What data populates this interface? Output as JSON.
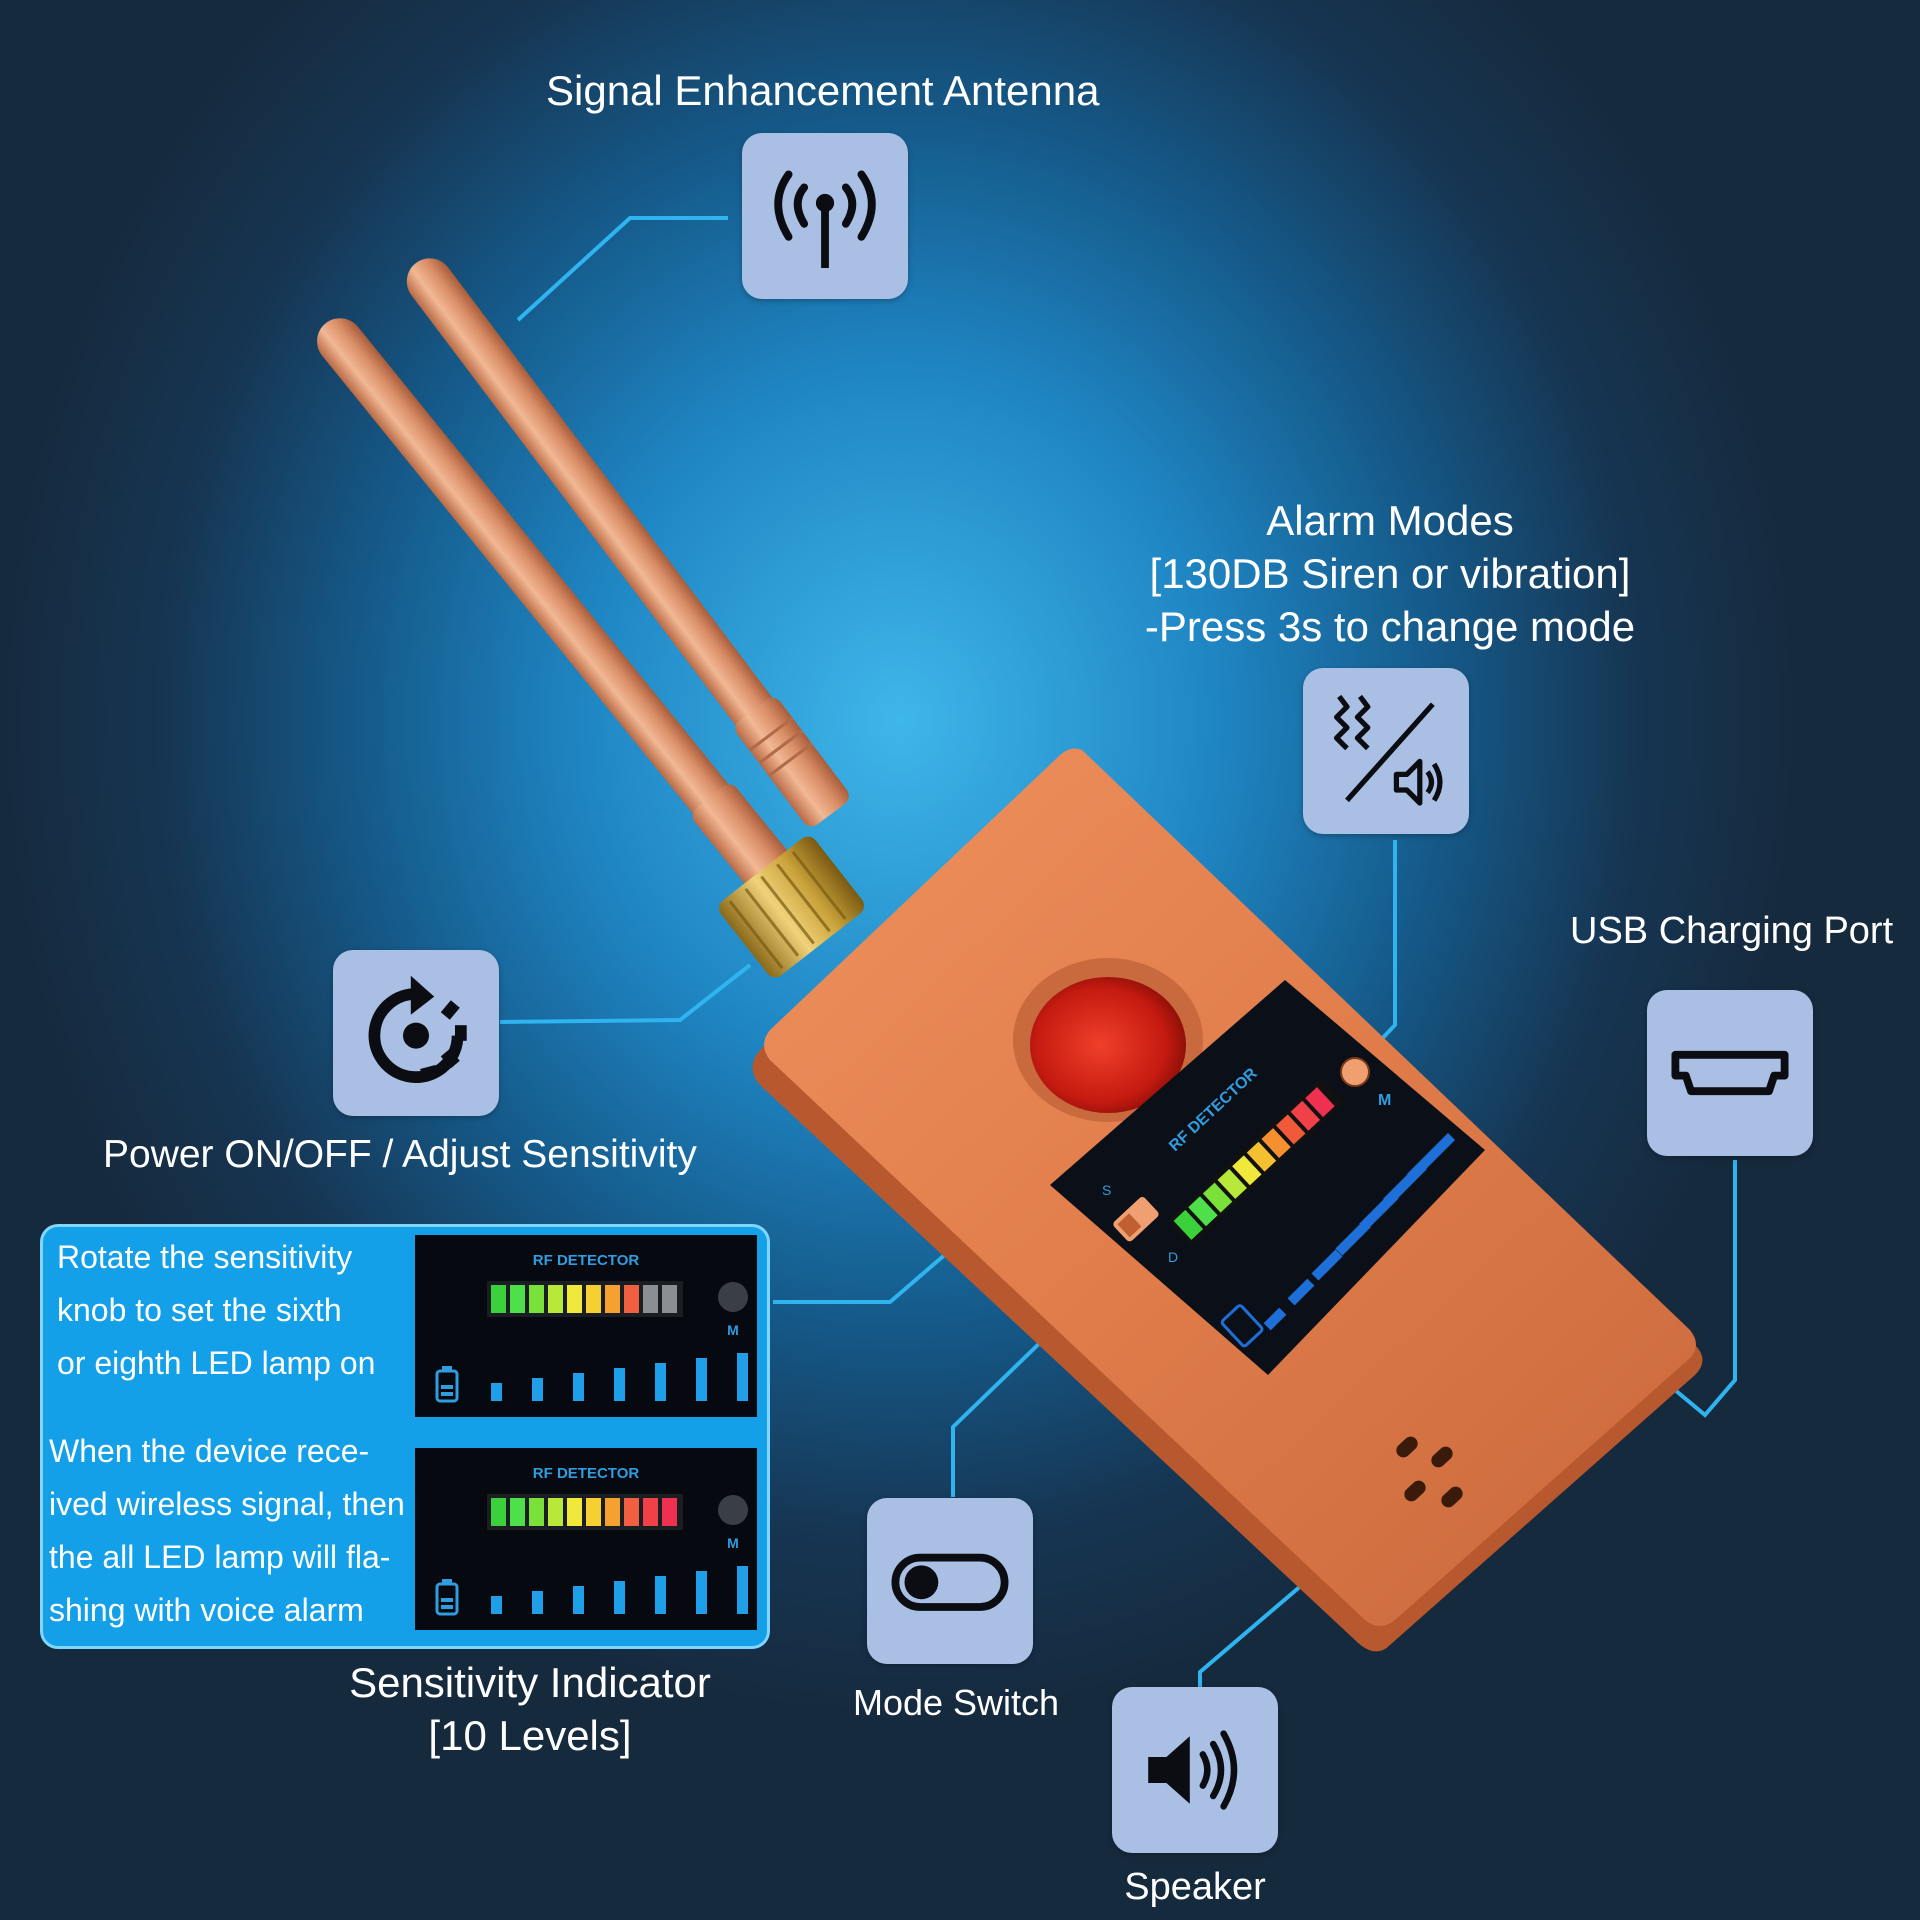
{
  "labels": {
    "antenna": "Signal Enhancement Antenna",
    "alarm_line1": "Alarm Modes",
    "alarm_line2": "[130DB Siren or vibration]",
    "alarm_line3": "-Press 3s to change mode",
    "usb": "USB Charging Port",
    "power": "Power ON/OFF / Adjust Sensitivity",
    "sensitivity_line1": "Sensitivity Indicator",
    "sensitivity_line2": "[10 Levels]",
    "mode_switch": "Mode Switch",
    "speaker": "Speaker"
  },
  "panel": {
    "text1": [
      "Rotate the sensitivity",
      "knob to set the sixth",
      "or eighth LED lamp on"
    ],
    "text2": [
      "When the device rece-",
      "ived wireless signal, then",
      "the all LED lamp will fla-",
      "shing with voice alarm"
    ],
    "display_title": "RF DETECTOR",
    "display_mode": "M",
    "display1_lit_leds": 8,
    "display2_lit_leds": 10
  },
  "device": {
    "screen_title": "RF DETECTOR",
    "mode_letter": "M",
    "switch_top_letter": "S",
    "switch_bottom_letter": "D"
  },
  "icons": {
    "antenna": "antenna-signal-icon",
    "alarm": "vibration-mute-icon",
    "usb": "usb-port-icon",
    "power": "rotate-knob-icon",
    "mode": "toggle-switch-icon",
    "speaker": "speaker-icon"
  },
  "colors": {
    "tile": "#a9bfe3",
    "line": "#2fb4f0",
    "device": "#e07c4a",
    "antenna": "#d98e67",
    "panel": "#13a0e8"
  }
}
